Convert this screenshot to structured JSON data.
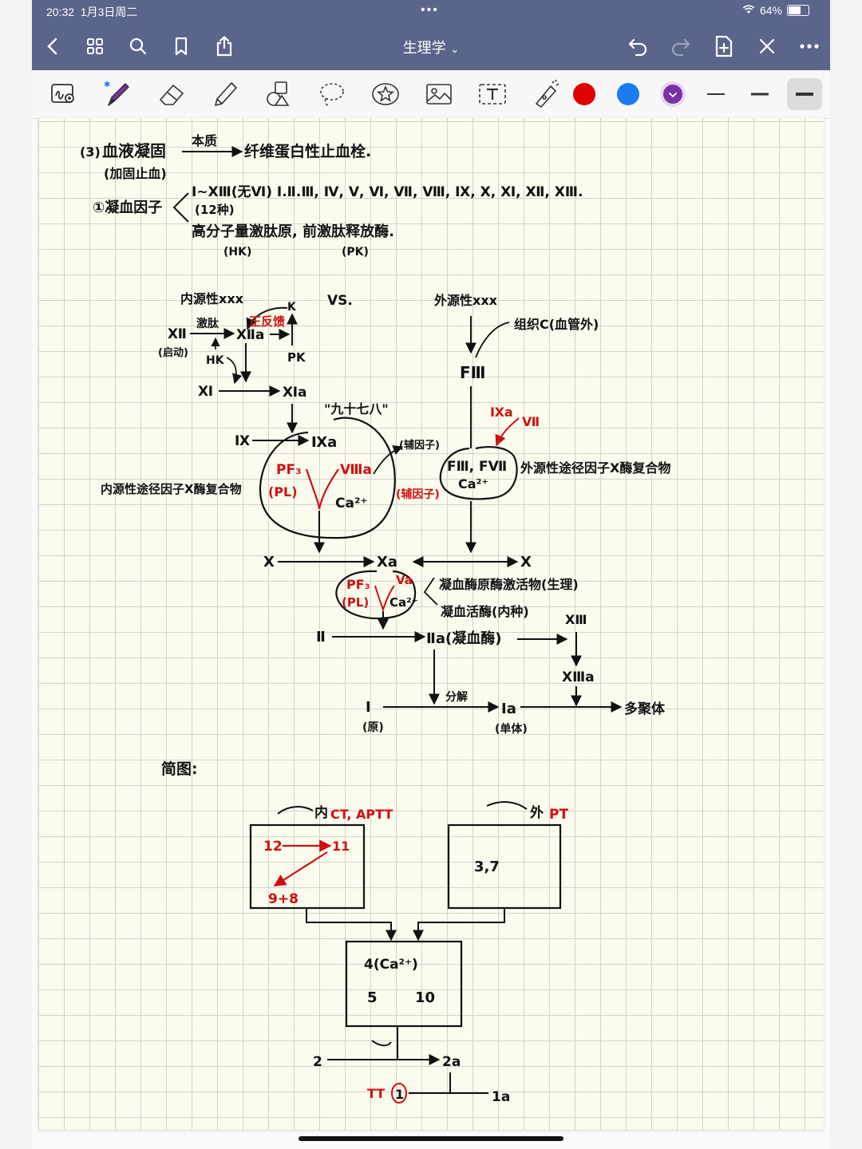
{
  "status_bar": {
    "time": "20:32",
    "date": "1月3日周二",
    "dots": "•••",
    "battery": "64%",
    "battery_level": 0.64
  },
  "nav": {
    "title": "生理学",
    "title_chevron": "⌄"
  },
  "toolbar": {
    "tools": [
      "zoom-lasso",
      "pen",
      "eraser",
      "highlighter",
      "shapes",
      "lasso",
      "sticker",
      "image",
      "text",
      "laser"
    ],
    "colors": [
      "#e00000",
      "#1a7cf0",
      "#7b2fa8"
    ]
  },
  "notes": {
    "header_prefix": "(3)",
    "header_main": "血液凝固",
    "header_over_arrow": "本质",
    "header_result": "纤维蛋白性止血栓.",
    "header_sub": "(加固止血)",
    "factors_label": "①凝血因子",
    "factors_line1": "Ⅰ~ⅩⅢ(无Ⅵ) Ⅰ.Ⅱ.Ⅲ, Ⅳ, Ⅴ, Ⅵ, Ⅶ, Ⅷ, Ⅸ, Ⅹ, Ⅺ, Ⅻ, ⅩⅢ.",
    "factors_line2": "(12种)",
    "factors_line3": "高分子量激肽原, 前激肽释放酶.",
    "factors_hk": "(HK)",
    "factors_pk": "(PK)",
    "intrinsic_title": "内源性xxx",
    "vs": "VS.",
    "extrinsic_title": "外源性xxx",
    "xii": "Ⅻ",
    "xii_note": "(启动)",
    "kallikrein": "激肽",
    "xiia": "Ⅻa",
    "k_label": "K",
    "pk_label": "PK",
    "hk_label": "HK",
    "positive_fb": "正反馈",
    "xi": "Ⅺ",
    "xia": "Ⅺa",
    "ninety_ten": "\"九十七八\"",
    "ix": "Ⅸ",
    "ixa": "Ⅸa",
    "pf3": "PF₃",
    "pl": "(PL)",
    "viiia": "Ⅷa",
    "ca": "Ca²⁺",
    "cofactor": "(辅因子)",
    "cofactor2": "(辅因子)",
    "intrinsic_complex": "内源性途径因子X酶复合物",
    "tissue": "组织C(血管外)",
    "fiii": "FⅢ",
    "ixa_red": "Ⅸa",
    "vii_red": "Ⅶ",
    "fiii_fvii": "FⅢ, FⅦ",
    "extrinsic_complex": "外源性途径因子X酶复合物",
    "x_left": "Ⅹ",
    "xa": "Ⅹa",
    "x_right": "Ⅹ",
    "va": "Va",
    "prothrombinase": "凝血酶原酶激活物(生理)",
    "prothrombinase2": "凝血活酶(内种)",
    "ii": "Ⅱ",
    "iia": "Ⅱa(凝血酶)",
    "xiii": "ⅩⅢ",
    "xiiia": "ⅩⅢa",
    "decompose": "分解",
    "i_label": "Ⅰ",
    "i_sub": "(原)",
    "ia": "Ⅰa",
    "ia_sub": "(单体)",
    "polymer": "多聚体",
    "simple_title": "简图:",
    "inner_tag": "内",
    "inner_tests": "CT, APTT",
    "outer_tag": "外",
    "outer_tests": "PT",
    "box1_12": "12",
    "box1_11": "11",
    "box1_98": "9+8",
    "box2": "3,7",
    "box3_top": "4(Ca²⁺)",
    "box3_5": "5",
    "box3_10": "10",
    "n2": "2",
    "n2a": "2a",
    "tt": "TT",
    "n1": "1",
    "n1a": "1a"
  }
}
